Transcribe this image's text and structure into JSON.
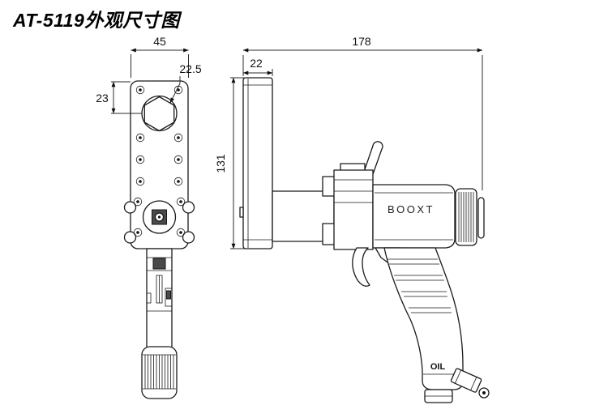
{
  "title": "AT-5119外观尺寸图",
  "drawing": {
    "type": "technical-dimension-drawing",
    "brand": "BOOXT",
    "oil_label": "OIL",
    "dimensions": {
      "front_width_mm": "45",
      "hex_width_mm": "22.5",
      "top_to_center_mm": "23",
      "body_height_mm": "131",
      "overall_length_mm": "178",
      "head_thickness_mm": "22"
    },
    "colors": {
      "line": "#1a1a1a",
      "background": "#ffffff"
    }
  }
}
